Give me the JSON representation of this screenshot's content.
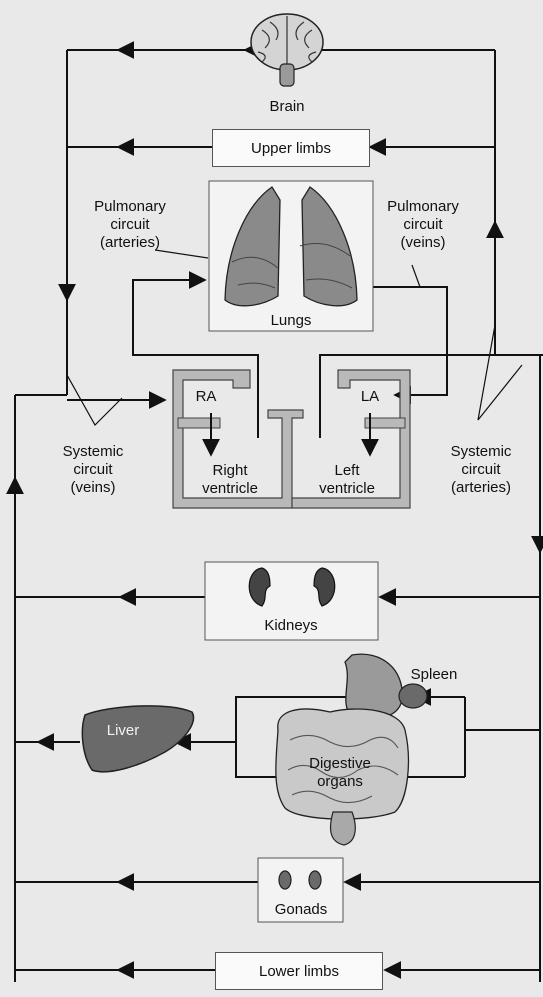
{
  "organs": {
    "brain": "Brain",
    "upper_limbs": "Upper limbs",
    "lungs": "Lungs",
    "kidneys": "Kidneys",
    "spleen": "Spleen",
    "liver": "Liver",
    "digestive_line1": "Digestive",
    "digestive_line2": "organs",
    "gonads": "Gonads",
    "lower_limbs": "Lower limbs"
  },
  "heart": {
    "ra": "RA",
    "la": "LA",
    "right_line1": "Right",
    "right_line2": "ventricle",
    "left_line1": "Left",
    "left_line2": "ventricle"
  },
  "circuits": {
    "pulmonary_arteries": [
      "Pulmonary",
      "circuit",
      "(arteries)"
    ],
    "pulmonary_veins": [
      "Pulmonary",
      "circuit",
      "(veins)"
    ],
    "systemic_veins": [
      "Systemic",
      "circuit",
      "(veins)"
    ],
    "systemic_arteries": [
      "Systemic",
      "circuit",
      "(arteries)"
    ]
  },
  "colors": {
    "background": "#e9e9e9",
    "line": "#111111",
    "heart_wall": "#b9b9b9",
    "organ_fill": "#6a6a6a",
    "box_fill": "#fafafa"
  }
}
